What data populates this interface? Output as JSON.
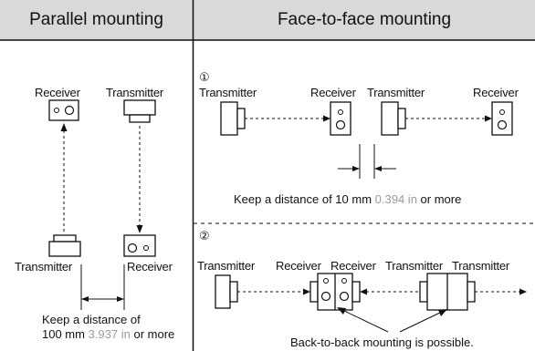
{
  "headers": {
    "parallel": "Parallel mounting",
    "face_to_face": "Face-to-face mounting"
  },
  "parallel": {
    "receiver_top": "Receiver",
    "transmitter_top": "Transmitter",
    "transmitter_bottom": "Transmitter",
    "receiver_bottom": "Receiver",
    "note_line1": "Keep a distance of",
    "note_value": "100 mm",
    "note_alt": "3.937 in",
    "note_suffix": "or more"
  },
  "face1": {
    "marker": "①",
    "labels": [
      "Transmitter",
      "Receiver",
      "Transmitter",
      "Receiver"
    ],
    "note_prefix": "Keep a distance of 10 mm",
    "note_alt": "0.394 in",
    "note_suffix": "or more"
  },
  "face2": {
    "marker": "②",
    "labels": [
      "Transmitter",
      "Receiver",
      "Receiver",
      "Transmitter",
      "Transmitter"
    ],
    "note": "Back-to-back mounting is possible."
  },
  "colors": {
    "line": "#111111",
    "header_bg": "#d9d9d9",
    "alt_unit": "#9a9a9a"
  }
}
